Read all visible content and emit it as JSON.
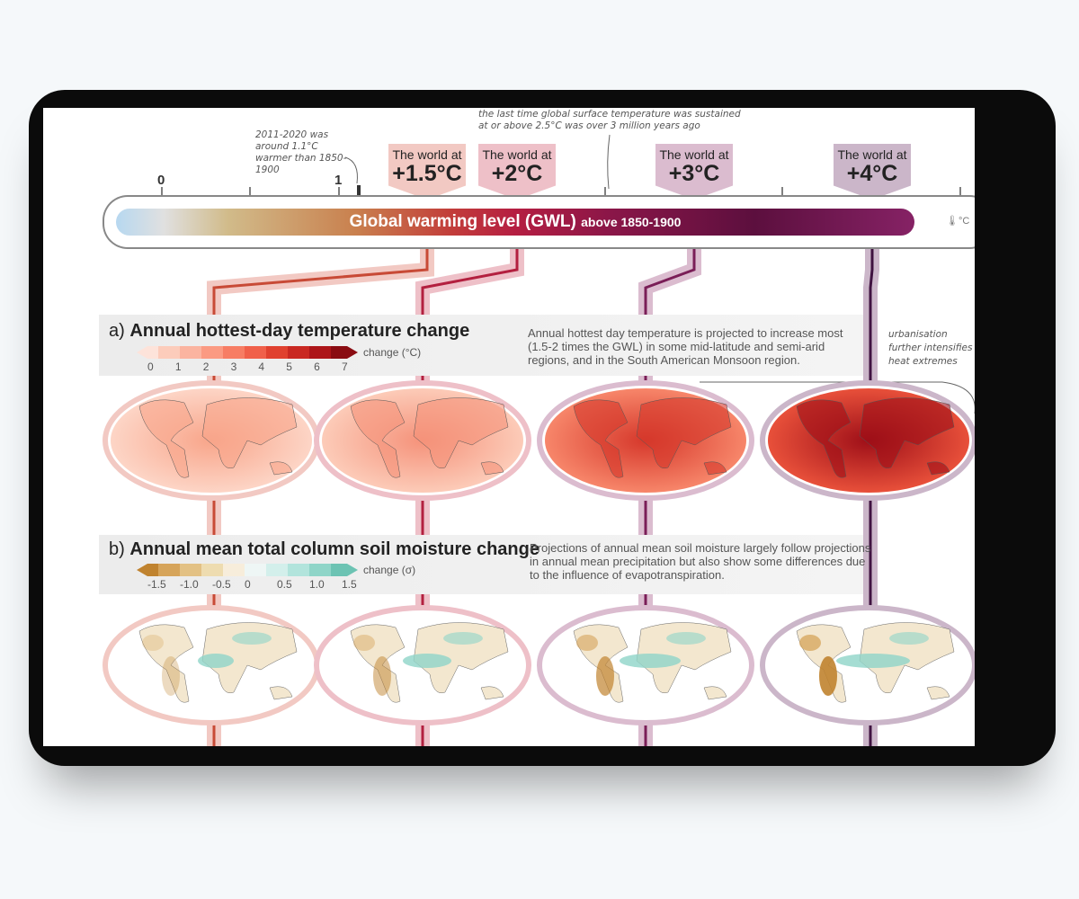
{
  "scale": {
    "ticks": [
      "0",
      "1"
    ],
    "bar_title": "Global warming level (GWL)",
    "bar_subtitle": "above 1850-1900",
    "unit_icon": "thermometer-icon",
    "unit": "°C"
  },
  "notes": {
    "recent": "2011-2020 was around 1.1°C warmer than 1850-1900",
    "past": "the last time global surface temperature was sustained at or above 2.5°C was over 3 million years ago",
    "urban": "urbanisation further intensifies heat extremes"
  },
  "levels": [
    {
      "prefix": "The world at",
      "value": "+1.5°C",
      "color": "#f2c9c3",
      "line": "#c84a36"
    },
    {
      "prefix": "The world at",
      "value": "+2°C",
      "color": "#eec0c8",
      "line": "#b3203f"
    },
    {
      "prefix": "The world at",
      "value": "+3°C",
      "color": "#dbbccf",
      "line": "#7a1e57"
    },
    {
      "prefix": "The world at",
      "value": "+4°C",
      "color": "#cbb6c9",
      "line": "#3f1240"
    }
  ],
  "panel_a": {
    "letter": "a)",
    "title": "Annual hottest-day temperature change",
    "legend_label": "change (°C)",
    "ticks": [
      "0",
      "1",
      "2",
      "3",
      "4",
      "5",
      "6",
      "7"
    ],
    "colors": [
      "#fde3da",
      "#fcccbb",
      "#fbb4a0",
      "#fb9a82",
      "#f77d64",
      "#f0604a",
      "#e0412f",
      "#c92822",
      "#ad1519",
      "#8a0c12"
    ],
    "description": "Annual hottest day temperature is projected to increase most (1.5-2 times the GWL) in some mid-latitude and semi-arid regions, and in the South American Monsoon region."
  },
  "panel_b": {
    "letter": "b)",
    "title": "Annual mean total column soil moisture change",
    "legend_label": "change (σ)",
    "ticks": [
      "-1.5",
      "-1.0",
      "-0.5",
      "0",
      "0.5",
      "1.0",
      "1.5"
    ],
    "colors": [
      "#c0832f",
      "#d6a45a",
      "#e3c184",
      "#eedcb0",
      "#f7eddb",
      "#eef6f5",
      "#d3efeb",
      "#b2e4dc",
      "#8fd5c8",
      "#6cc3b3"
    ],
    "description": "Projections of annual mean soil moisture largely follow projections in annual mean precipitation but also show some differences due to the influence of evapotranspiration."
  }
}
